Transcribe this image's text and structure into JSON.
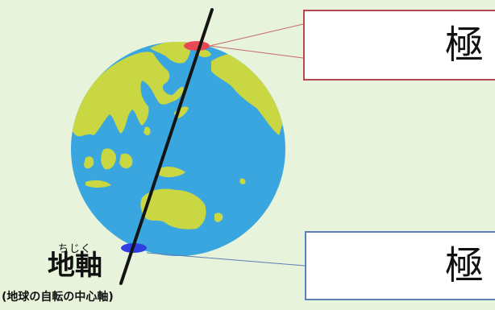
{
  "boxes": {
    "north_label": "極",
    "south_label": "極"
  },
  "axis": {
    "ruby": "ちじく",
    "term": "地軸",
    "description": "(地球の自転の中心軸)"
  },
  "colors": {
    "background": "#e7f3da",
    "ocean": "#3aa6df",
    "land": "#c9d742",
    "north_marker": "#e84a55",
    "south_marker": "#2f3fe0",
    "north_border": "#b3474d",
    "south_border": "#5b7fb6"
  }
}
